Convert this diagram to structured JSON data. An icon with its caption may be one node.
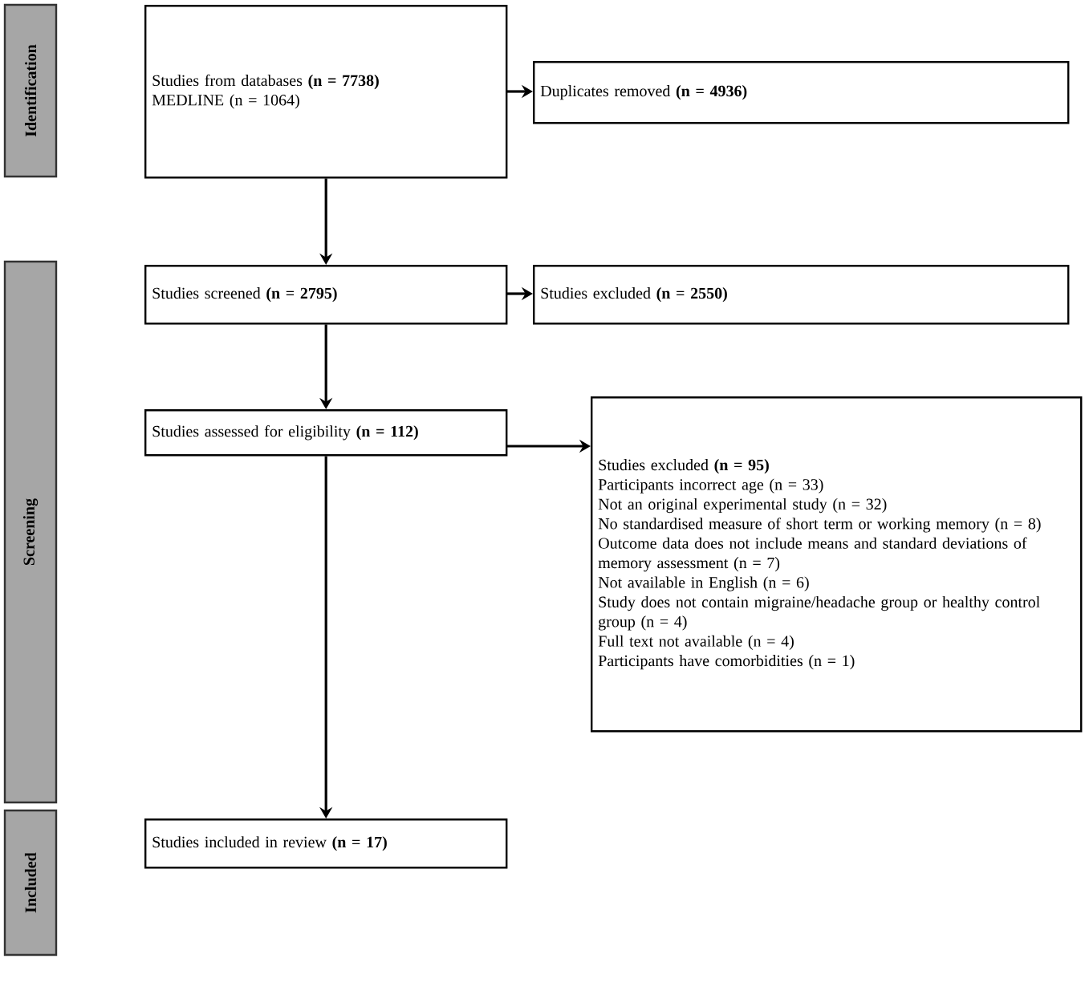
{
  "diagram": {
    "nodes": [
      {
        "text": [
          "Identification"
        ]
      },
      {
        "text": [
          "Screening"
        ]
      },
      {
        "text": [
          "Included"
        ]
      },
      {
        "text": [
          "Studies from databases **(n = 7738)**",
          "MEDLINE (n = 1064)"
        ]
      },
      {
        "text": [
          "Duplicates removed **(n = 4936)**"
        ]
      },
      {
        "text": [
          "Studies screened **(n = 2795)**"
        ]
      },
      {
        "text": [
          "Studies excluded **(n = 2550)**"
        ]
      },
      {
        "text": [
          "Studies assessed for eligibility **(n = 112)**"
        ]
      },
      {
        "text": [
          "Studies excluded **(n = 95)**",
          "Participants incorrect age (n = 33)",
          "Not an original experimental study (n = 32)",
          "No standardised measure of short term or working memory (n = 8)",
          "Outcome data does not include means and standard deviations of memory assessment (n = 7)",
          "Not available in English (n = 6)",
          "Study does not contain migraine/headache group or healthy control group (n = 4)",
          "Full text not available (n = 4)",
          "Participants have comorbidities (n = 1)"
        ]
      },
      {
        "text": [
          "Studies included in review **(n = 17)**"
        ]
      }
    ],
    "edges": [
      {
        "from": 3,
        "to": 4,
        "arrow": "to"
      },
      {
        "from": 3,
        "to": 5,
        "arrow": "to"
      },
      {
        "from": 5,
        "to": 6,
        "arrow": "to"
      },
      {
        "from": 5,
        "to": 7,
        "arrow": "to"
      },
      {
        "from": 7,
        "to": 8,
        "arrow": "to"
      },
      {
        "from": 7,
        "to": 9,
        "arrow": "to"
      }
    ]
  }
}
